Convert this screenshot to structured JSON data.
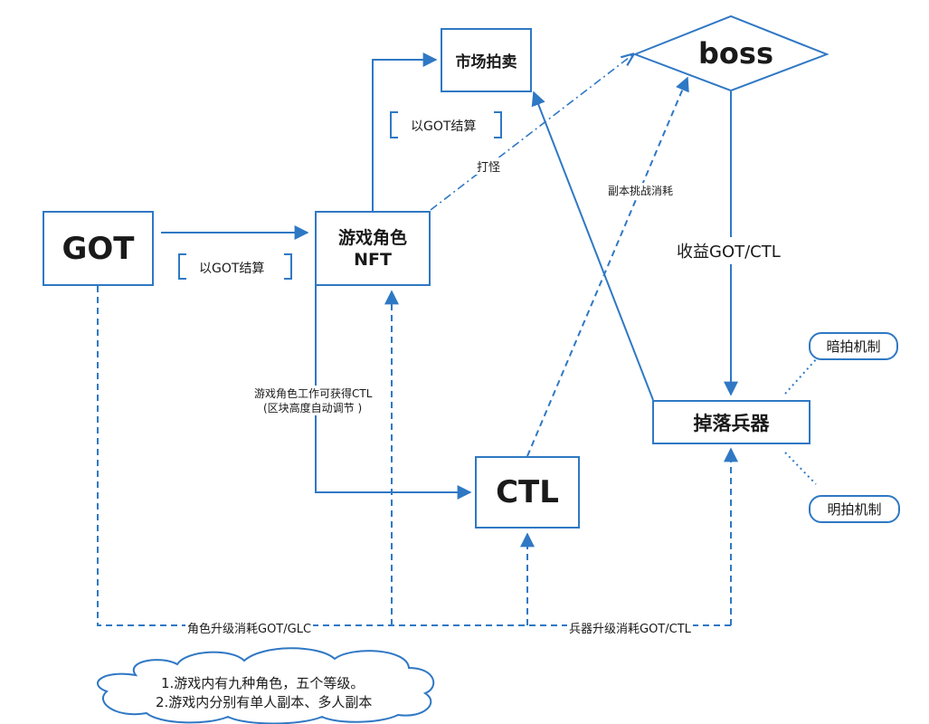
{
  "nodes": {
    "got": "GOT",
    "game_role_line1": "游戏角色",
    "game_role_line2": "NFT",
    "market": "市场拍卖",
    "boss": "boss",
    "ctl": "CTL",
    "drop_weapons": "掉落兵器"
  },
  "labels": {
    "settle_got_1": "以GOT结算",
    "settle_got_2": "以GOT结算",
    "fight_monster": "打怪",
    "dungeon_consume": "副本挑战消耗",
    "earn": "收益GOT/CTL",
    "work_ctl_line1": "游戏角色工作可获得CTL",
    "work_ctl_line2": "(区块高度自动调节 )",
    "role_upgrade": "角色升级消耗GOT/GLC",
    "weapon_upgrade": "兵器升级消耗GOT/CTL"
  },
  "mechanisms": {
    "dark": "暗拍机制",
    "open": "明拍机制"
  },
  "notes": {
    "line1": "1.游戏内有九种角色，五个等级。",
    "line2": "2.游戏内分别有单人副本、多人副本"
  },
  "colors": {
    "accent": "#2f78c4"
  }
}
